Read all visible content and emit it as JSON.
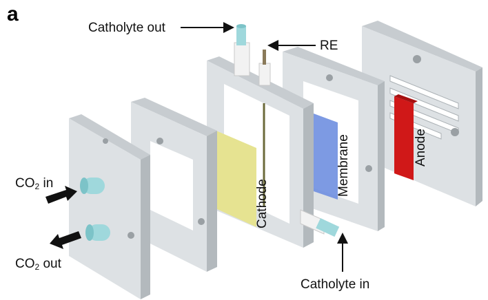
{
  "panel_letter": "a",
  "labels": {
    "catholyte_out": "Catholyte out",
    "re": "RE",
    "co2_in_prefix": "CO",
    "co2_in_sub": "2",
    "co2_in_suffix": " in",
    "co2_out_prefix": "CO",
    "co2_out_sub": "2",
    "co2_out_suffix": " out",
    "catholyte_in": "Catholyte in",
    "cathode": "Cathode",
    "membrane": "Membrane",
    "anode": "Anode"
  },
  "colors": {
    "plate": "#d9dde0",
    "plate_dark": "#b9bfc3",
    "cathode": "#e6e391",
    "membrane": "#6f8fe0",
    "anode": "#d01818",
    "tube": "#9fd8dc"
  }
}
